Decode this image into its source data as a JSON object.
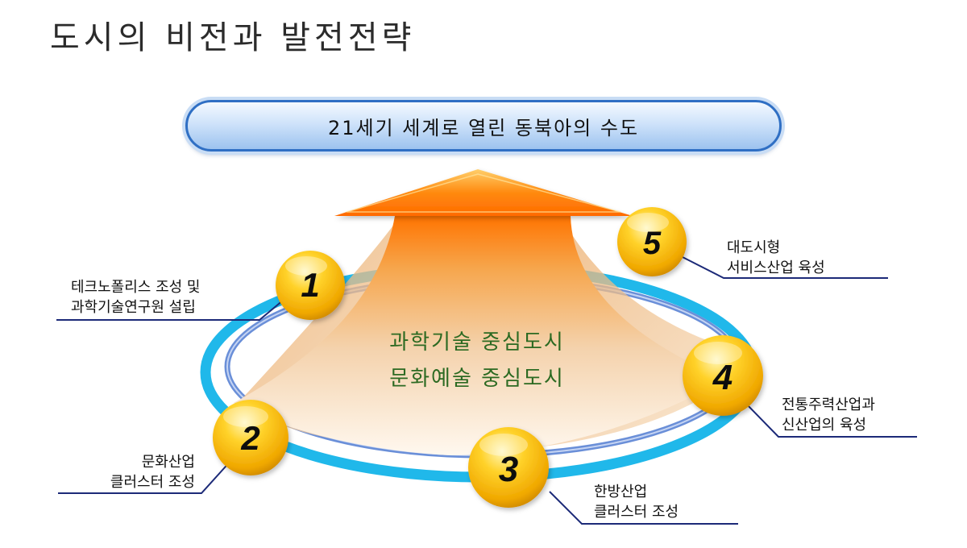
{
  "page_title": "도시의 비전과 발전전략",
  "vision": "21세기 세계로 열린 동북아의 수도",
  "center": {
    "line1": "과학기술 중심도시",
    "line2": "문화예술 중심도시"
  },
  "strategies": [
    {
      "number": "1",
      "line1": "테크노폴리스 조성 및",
      "line2": "과학기술연구원 설립"
    },
    {
      "number": "2",
      "line1": "문화산업",
      "line2": "클러스터 조성"
    },
    {
      "number": "3",
      "line1": "한방산업",
      "line2": "클러스터 조성"
    },
    {
      "number": "4",
      "line1": "전통주력산업과",
      "line2": "신산업의 육성"
    },
    {
      "number": "5",
      "line1": "대도시형",
      "line2": "서비스산업 육성"
    }
  ],
  "colors": {
    "arrow_top": "#ff7a00",
    "arrow_bottom": "#fdf3e6",
    "ring_outer": "#20b8ea",
    "ring_inner": "#5f86d6",
    "ball": "#f5b800",
    "center_text": "#2c6a22",
    "leader_line": "#1c2a78"
  }
}
